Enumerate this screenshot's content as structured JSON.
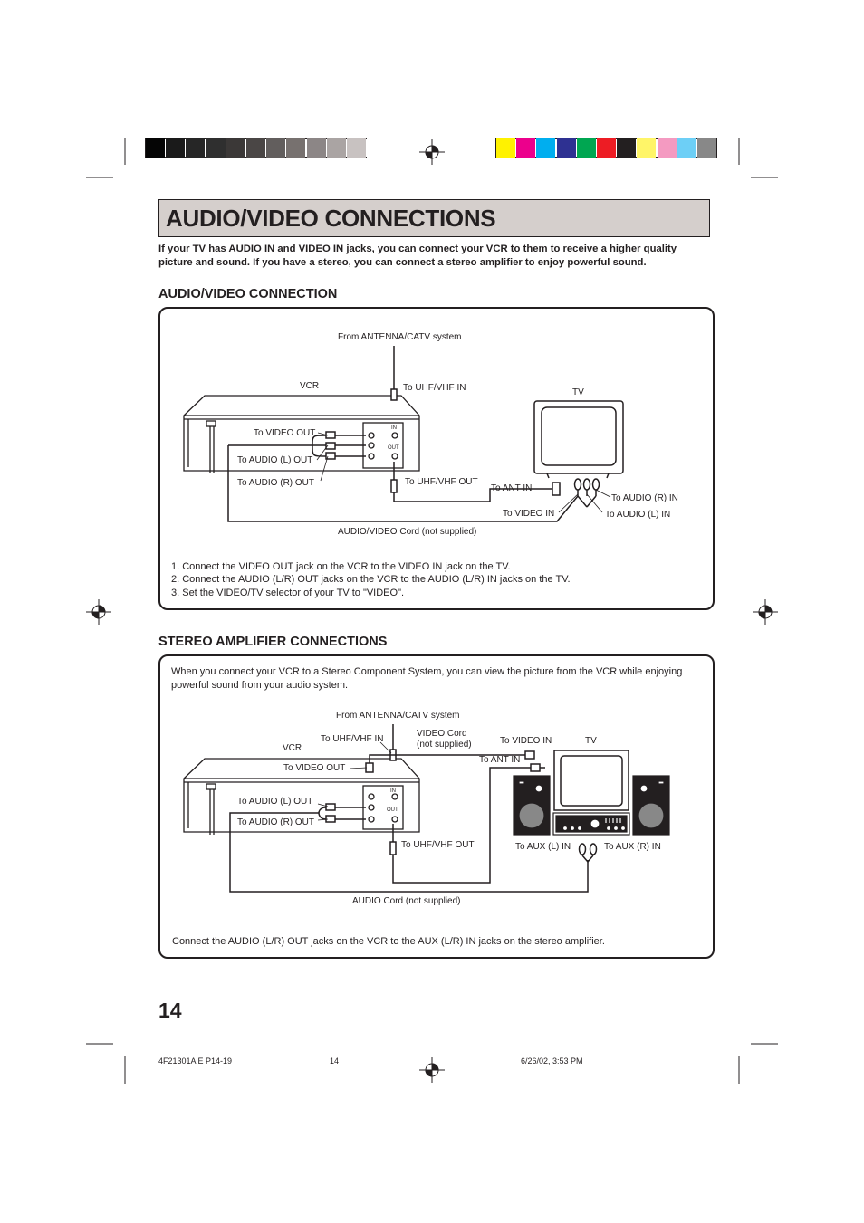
{
  "gray_swatches": [
    "#050505",
    "#1a1a1a",
    "#262626",
    "#2f2f2f",
    "#3b3837",
    "#4a4645",
    "#625e5d",
    "#77716f",
    "#8c8686",
    "#aaa4a3",
    "#c8c2c1",
    "#ffffff"
  ],
  "color_swatches": [
    "#fff200",
    "#ec008c",
    "#00aeef",
    "#2e3192",
    "#00a651",
    "#ed1c24",
    "#231f20",
    "#fff568",
    "#f49ac1",
    "#6dcff6",
    "#888888"
  ],
  "title": "AUDIO/VIDEO CONNECTIONS",
  "intro": "If your TV has AUDIO IN and VIDEO IN jacks, you can connect your VCR to them to receive a higher quality picture and sound. If you have a stereo, you can connect a stereo amplifier to enjoy powerful sound.",
  "section1": {
    "heading": "AUDIO/VIDEO CONNECTION",
    "labels": {
      "antenna": "From ANTENNA/CATV system",
      "vcr": "VCR",
      "uhf_in": "To UHF/VHF IN",
      "tv": "TV",
      "video_out": "To VIDEO OUT",
      "audio_l_out": "To AUDIO (L) OUT",
      "audio_r_out": "To AUDIO (R) OUT",
      "uhf_out": "To UHF/VHF OUT",
      "ant_in": "To ANT IN",
      "audio_r_in": "To AUDIO (R) IN",
      "video_in": "To VIDEO IN",
      "audio_l_in": "To AUDIO (L) IN",
      "cord": "AUDIO/VIDEO Cord (not supplied)",
      "jack_in": "IN",
      "jack_out": "OUT"
    },
    "steps": [
      "1. Connect the VIDEO OUT jack on the VCR to the VIDEO IN jack on the TV.",
      "2. Connect the AUDIO (L/R) OUT jacks on the VCR to the AUDIO (L/R) IN jacks on the TV.",
      "3. Set the VIDEO/TV selector of your TV to \"VIDEO\"."
    ]
  },
  "section2": {
    "heading": "STEREO AMPLIFIER CONNECTIONS",
    "intro": "When you connect your VCR to a Stereo Component System, you can view the picture from the VCR while enjoying powerful sound from your audio system.",
    "labels": {
      "antenna": "From ANTENNA/CATV system",
      "uhf_in": "To UHF/VHF IN",
      "video_cord": "VIDEO Cord",
      "not_supplied": "(not supplied)",
      "video_in": "To VIDEO IN",
      "tv": "TV",
      "vcr": "VCR",
      "ant_in": "To ANT IN",
      "video_out": "To VIDEO OUT",
      "audio_l_out": "To AUDIO (L) OUT",
      "audio_r_out": "To AUDIO (R) OUT",
      "uhf_out": "To UHF/VHF OUT",
      "aux_l_in": "To AUX (L) IN",
      "aux_r_in": "To AUX (R) IN",
      "cord": "AUDIO Cord (not supplied)",
      "jack_in": "IN",
      "jack_out": "OUT"
    },
    "footer_text": "Connect the AUDIO (L/R) OUT jacks on the VCR to the AUX (L/R) IN jacks on the stereo amplifier."
  },
  "page_number": "14",
  "footer": {
    "file": "4F21301A E P14-19",
    "page": "14",
    "date": "6/26/02, 3:53 PM"
  }
}
